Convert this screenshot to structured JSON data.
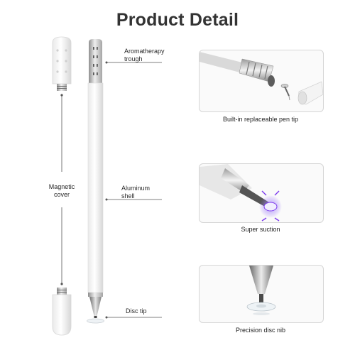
{
  "title": "Product Detail",
  "labels": {
    "aromatherapy": "Aromatherapy\ntrough",
    "magnetic": "Magnetic\ncover",
    "aluminum": "Aluminum\nshell",
    "disc_tip": "Disc tip"
  },
  "panels": [
    {
      "caption": "Built-in replaceable pen tip"
    },
    {
      "caption": "Super suction"
    },
    {
      "caption": "Precision disc nib"
    }
  ],
  "colors": {
    "title": "#333333",
    "lines": "#555555",
    "body": "#ffffff",
    "metal": "#b9b9b9",
    "accent": "#8b5cf6"
  }
}
